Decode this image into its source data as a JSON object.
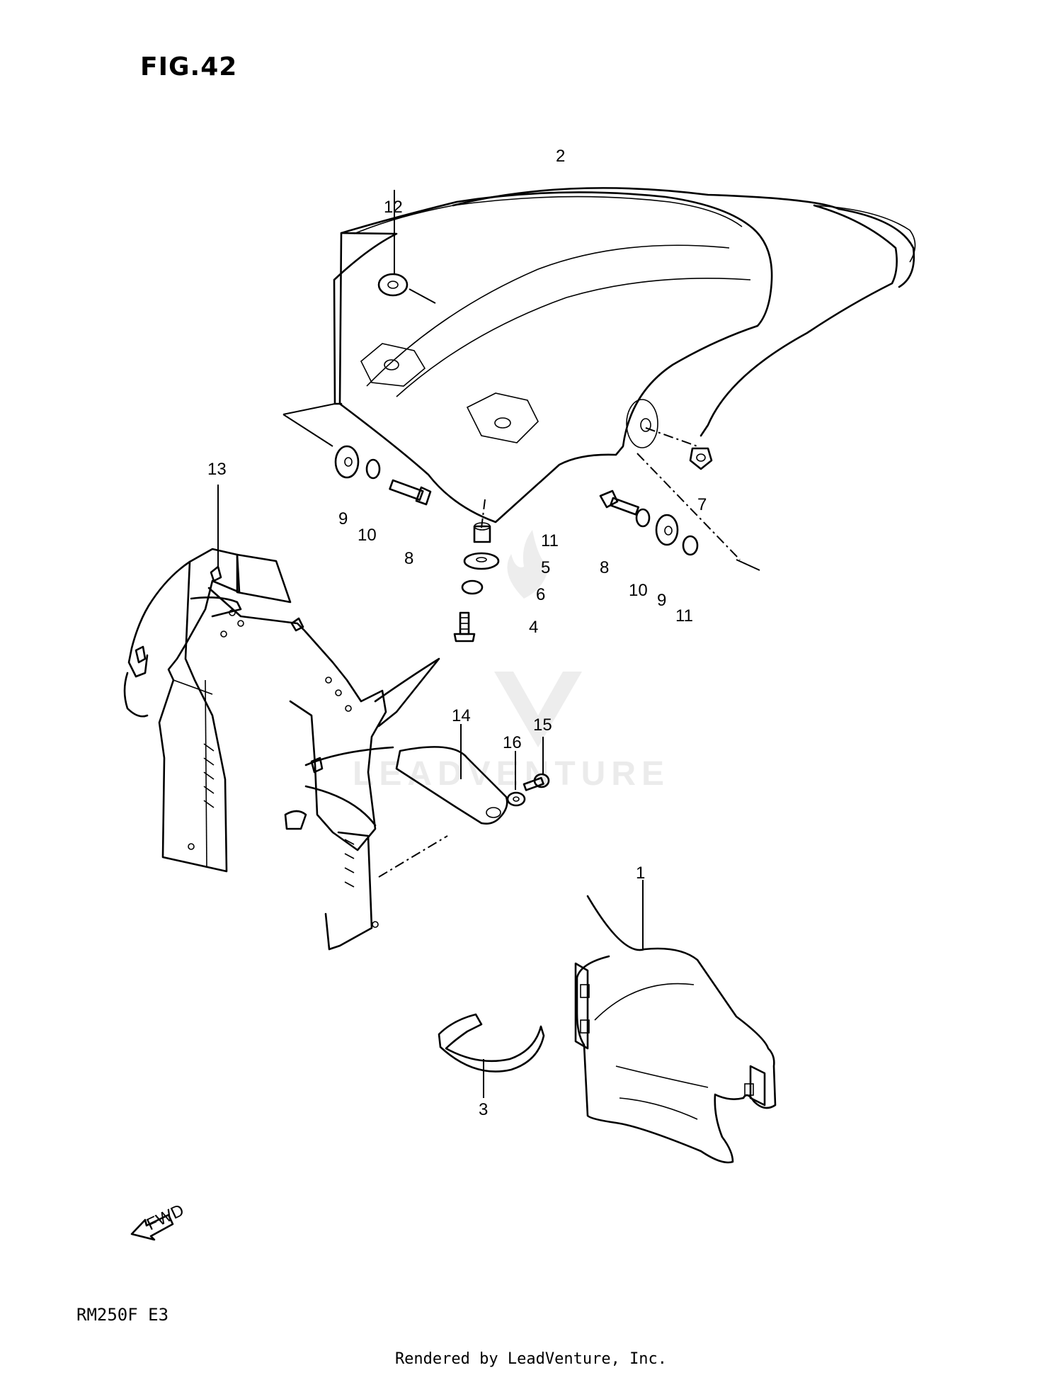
{
  "figure_title": "FIG.42",
  "model_code": "RM250F  E3",
  "footer": "Rendered by LeadVenture, Inc.",
  "watermark_text": "LEADVENTURE",
  "fwd_label": "FWD",
  "callouts": {
    "c1": "1",
    "c2": "2",
    "c3": "3",
    "c4": "4",
    "c5": "5",
    "c6": "6",
    "c7": "7",
    "c8a": "8",
    "c8b": "8",
    "c9a": "9",
    "c9b": "9",
    "c10a": "10",
    "c10b": "10",
    "c11a": "11",
    "c11b": "11",
    "c12": "12",
    "c13": "13",
    "c14": "14",
    "c15": "15",
    "c16": "16"
  },
  "colors": {
    "line": "#000000",
    "background": "#ffffff",
    "watermark": "#d8d8d8"
  }
}
